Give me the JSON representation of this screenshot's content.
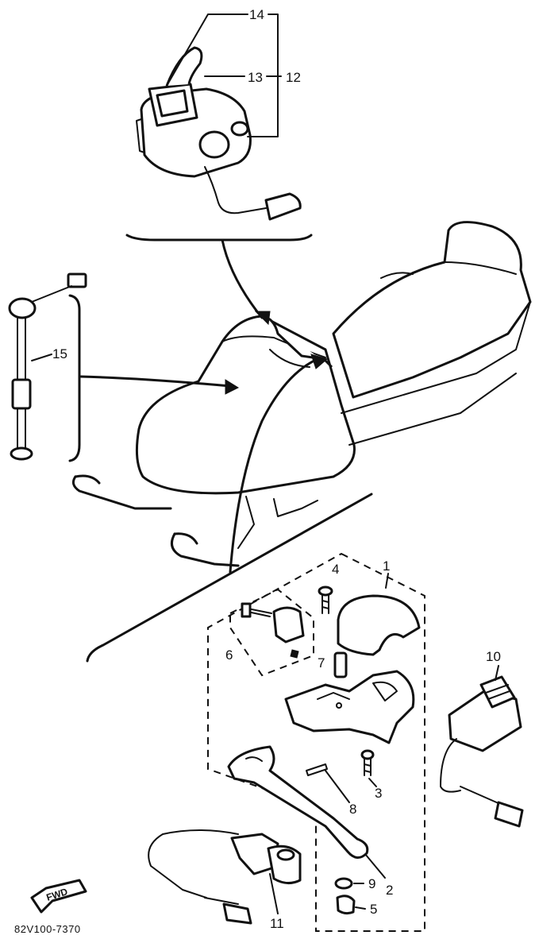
{
  "callouts": {
    "c1": "1",
    "c2": "2",
    "c3": "3",
    "c4": "4",
    "c5": "5",
    "c6": "6",
    "c7": "7",
    "c8": "8",
    "c9": "9",
    "c10": "10",
    "c11": "11",
    "c12": "12",
    "c13": "13",
    "c14": "14",
    "c15": "15"
  },
  "fwd_label": "FWD",
  "drawing_number": "82V100-7370"
}
